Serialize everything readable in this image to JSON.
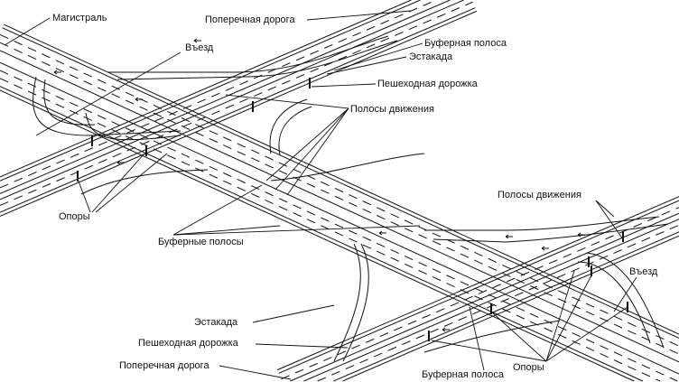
{
  "labels": {
    "highway": "Магистраль",
    "cross_road_top": "Поперечная дорога",
    "entrance_left": "Въезд",
    "buffer_lane_top": "Буферная полоса",
    "overpass_top": "Эстакада",
    "footpath_top": "Пешеходная дорожка",
    "traffic_lanes_top": "Полосы движения",
    "supports_left": "Опоры",
    "buffer_lanes_mid": "Буферные полосы",
    "traffic_lanes_right": "Полосы движения",
    "entrance_right": "Въезд",
    "overpass_bottom": "Эстакада",
    "footpath_bottom": "Пешеходная дорожка",
    "cross_road_bottom": "Поперечная дорога",
    "buffer_lane_bottom": "Буферная полоса",
    "supports_bottom": "Опоры"
  }
}
